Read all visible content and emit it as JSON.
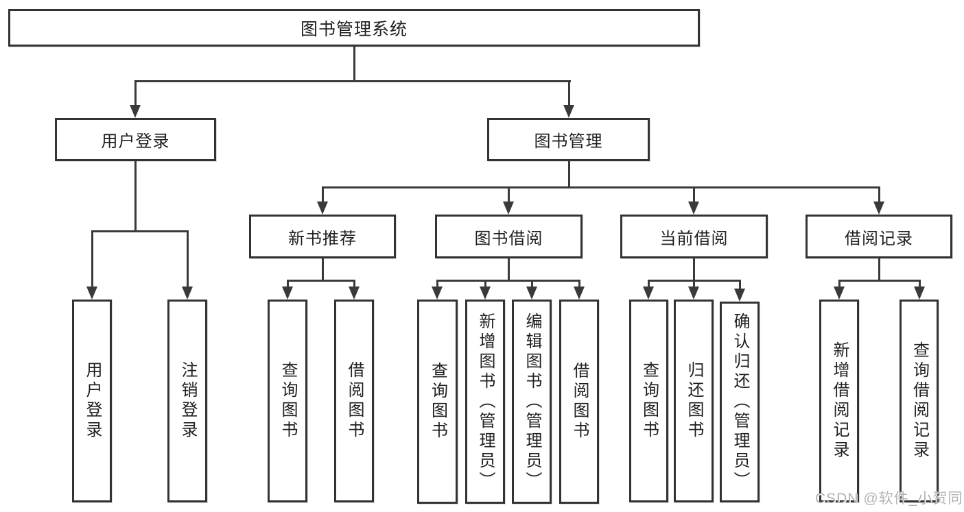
{
  "tree": {
    "root": {
      "label": "图书管理系统"
    },
    "branches": [
      {
        "label": "用户登录",
        "children": [
          {
            "label": "用户登录"
          },
          {
            "label": "注销登录"
          }
        ]
      },
      {
        "label": "图书管理",
        "children": [
          {
            "label": "新书推荐",
            "children": [
              {
                "label": "查询图书"
              },
              {
                "label": "借阅图书"
              }
            ]
          },
          {
            "label": "图书借阅",
            "children": [
              {
                "label": "查询图书"
              },
              {
                "label": "新增图书（管理员）"
              },
              {
                "label": "编辑图书（管理员）"
              },
              {
                "label": "借阅图书"
              }
            ]
          },
          {
            "label": "当前借阅",
            "children": [
              {
                "label": "查询图书"
              },
              {
                "label": "归还图书"
              },
              {
                "label": "确认归还（管理员）"
              }
            ]
          },
          {
            "label": "借阅记录",
            "children": [
              {
                "label": "新增借阅记录"
              },
              {
                "label": "查询借阅记录"
              }
            ]
          }
        ]
      }
    ]
  },
  "watermark": {
    "text": "CSDN @软件_小贺同学"
  },
  "colors": {
    "line": "#3a3a3a",
    "box_border": "#333333",
    "box_fill": "#ffffff",
    "text": "#1f1f1f",
    "watermark": "#b3b3b3"
  }
}
